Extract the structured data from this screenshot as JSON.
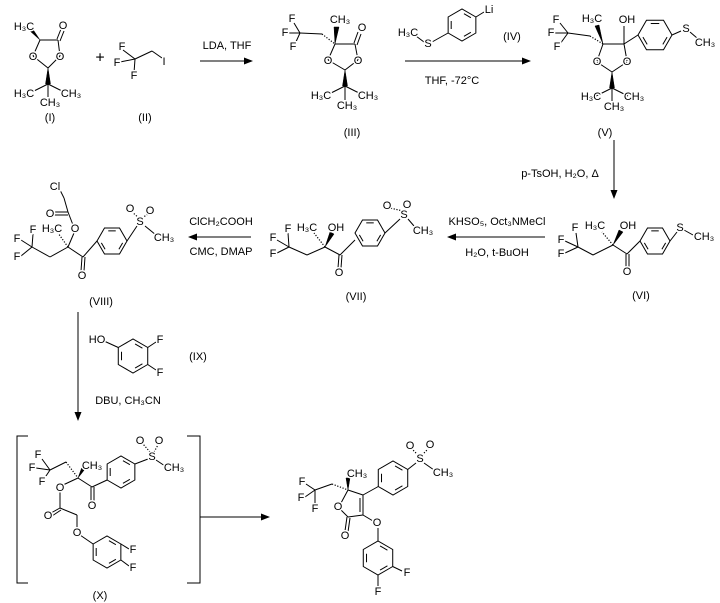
{
  "compounds": {
    "I": "(I)",
    "II": "(II)",
    "III": "(III)",
    "IV": "(IV)",
    "V": "(V)",
    "VI": "(VI)",
    "VII": "(VII)",
    "VIII": "(VIII)",
    "IX": "(IX)",
    "X": "(X)"
  },
  "operators": {
    "plus": "+"
  },
  "reagents": {
    "step1": "LDA, THF",
    "step2": "THF, -72°C",
    "step3": "p-TsOH, H₂O, Δ",
    "step4_top": "KHSO₅, Oct₃NMeCl",
    "step4_bottom": "H₂O, t-BuOH",
    "step5_top": "ClCH₂COOH",
    "step5_bottom": "CMC, DMAP",
    "step6": "DBU, CH₃CN"
  },
  "atoms": {
    "F": "F",
    "O": "O",
    "OH": "OH",
    "HO": "HO",
    "S": "S",
    "Cl": "Cl",
    "Li": "Li",
    "I": "I",
    "CH3": "CH₃",
    "H3C": "H₃C"
  }
}
